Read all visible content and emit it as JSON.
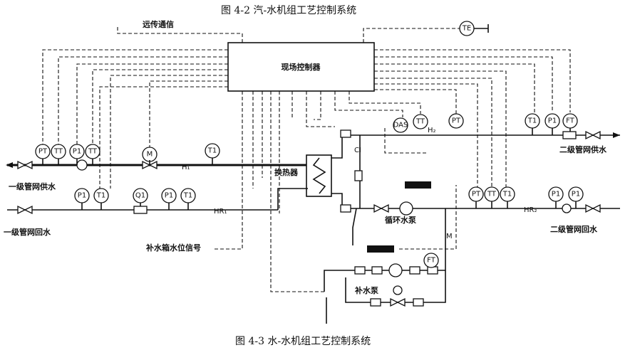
{
  "captions": {
    "top": "图 4-2   汽-水机组工艺控制系统",
    "bottom": "图 4-3   水-水机组工艺控制系统"
  },
  "controller": {
    "label": "现场控制器"
  },
  "labels": {
    "remote": "远传通信",
    "exchanger": "换热器",
    "circ_pump": "循环水泵",
    "makeup_pump": "补水泵",
    "tank_signal": "补水箱水位信号",
    "primary_supply": "一级管网供水",
    "primary_return": "一级管网回水",
    "secondary_supply": "二级管网供水",
    "secondary_return": "二级管网回水",
    "h1": "H₁",
    "hr1": "HR₁",
    "h2": "H₂",
    "hr2": "HR₂",
    "ci": "CI",
    "m": "M"
  },
  "instruments": [
    {
      "id": "pt1",
      "text": "PT"
    },
    {
      "id": "tt1",
      "text": "TT"
    },
    {
      "id": "p1a",
      "text": "P1"
    },
    {
      "id": "tt2",
      "text": "TT"
    },
    {
      "id": "m1",
      "text": "M"
    },
    {
      "id": "t1a",
      "text": "T1"
    },
    {
      "id": "p1b",
      "text": "P1"
    },
    {
      "id": "t1b",
      "text": "T1"
    },
    {
      "id": "q1",
      "text": "Q1"
    },
    {
      "id": "p1c",
      "text": "P1"
    },
    {
      "id": "t1c",
      "text": "T1"
    },
    {
      "id": "das",
      "text": "DAS"
    },
    {
      "id": "tt3",
      "text": "TT"
    },
    {
      "id": "pt2",
      "text": "PT"
    },
    {
      "id": "t1d",
      "text": "T1"
    },
    {
      "id": "p1d",
      "text": "P1"
    },
    {
      "id": "ft1",
      "text": "FT"
    },
    {
      "id": "te",
      "text": "TE"
    },
    {
      "id": "pt3",
      "text": "PT"
    },
    {
      "id": "tt4",
      "text": "TT"
    },
    {
      "id": "t1e",
      "text": "T1"
    },
    {
      "id": "p1e",
      "text": "P1"
    },
    {
      "id": "p1f",
      "text": "P1"
    },
    {
      "id": "ft2",
      "text": "FT"
    }
  ]
}
